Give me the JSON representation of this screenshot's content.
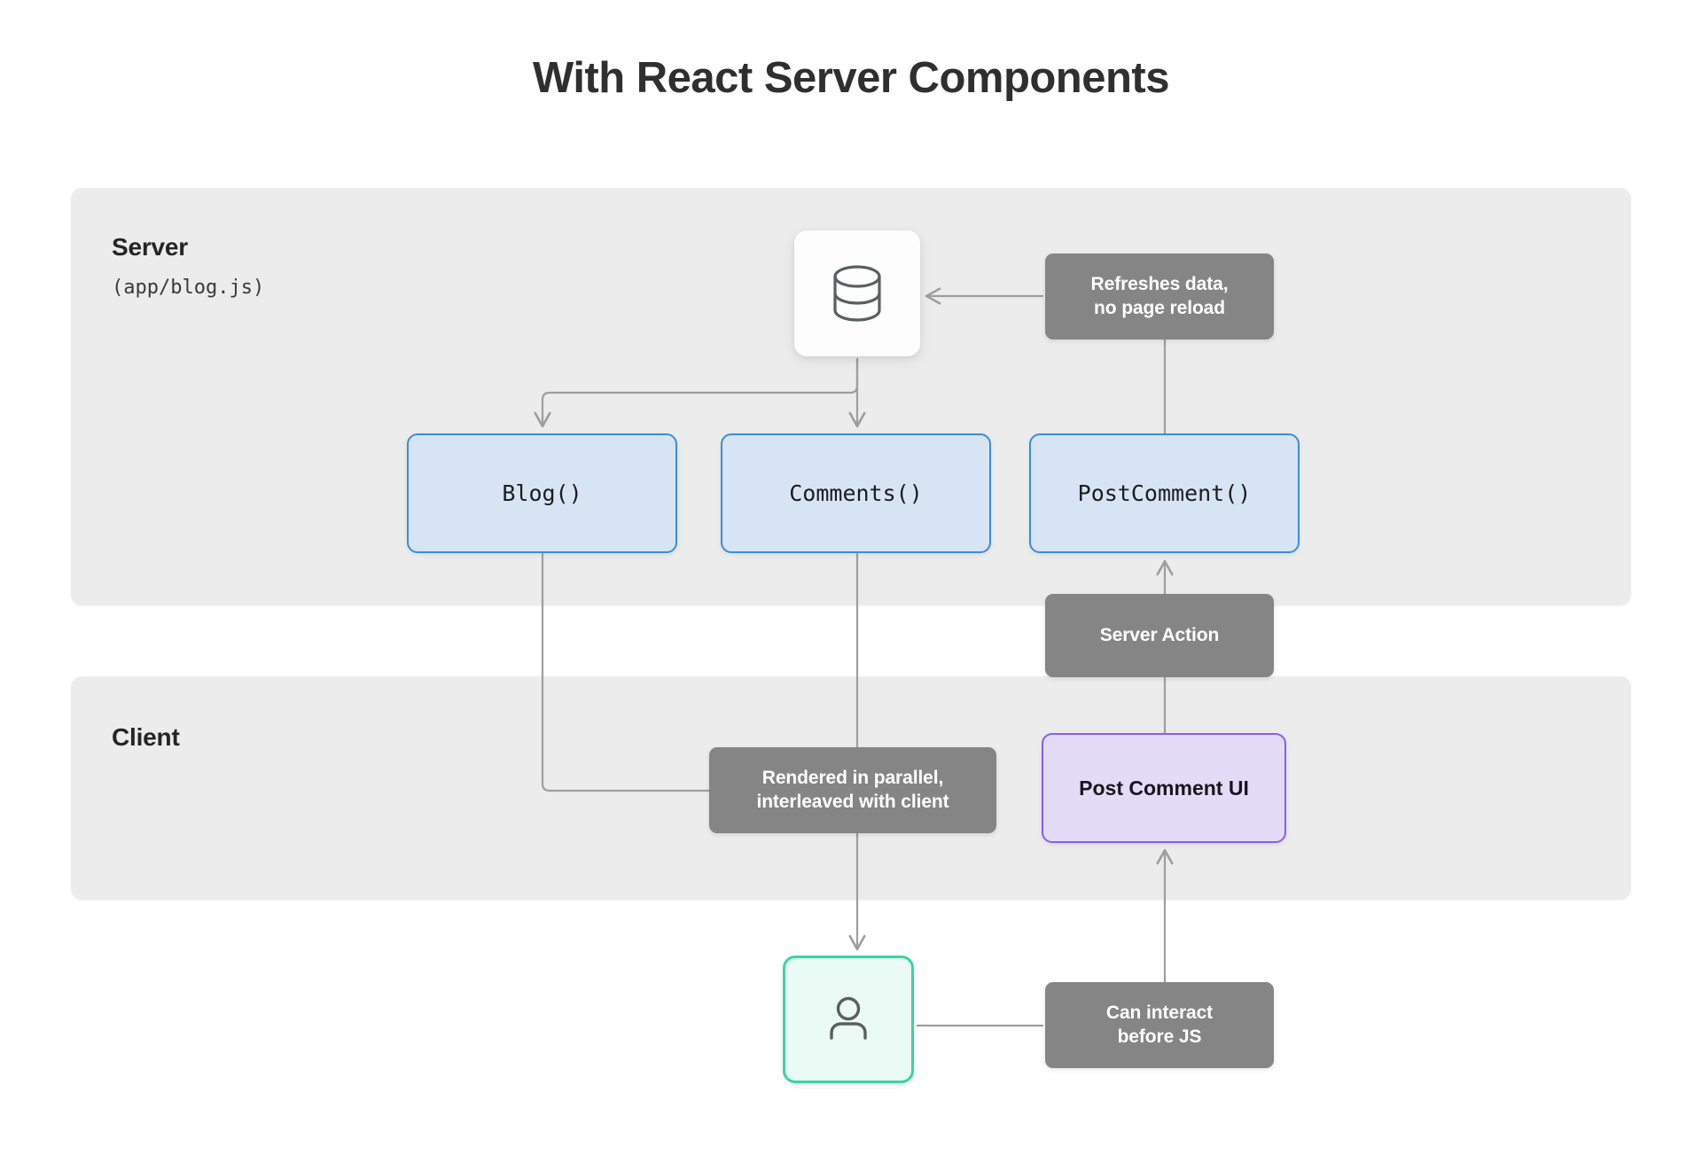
{
  "title": "With React Server Components",
  "colors": {
    "page_background": "#ffffff",
    "panel_background": "#ececec",
    "title_text": "#2f2f2f",
    "server_component_fill": "#d7e4f4",
    "server_component_border": "#3b8ddd",
    "client_component_fill": "#e4dbf7",
    "client_component_border": "#8b5cf6",
    "user_card_fill": "#eafaf4",
    "user_card_border": "#36d6a2",
    "annotation_fill": "#858585",
    "annotation_text": "#ffffff",
    "connector_line": "#9e9e9e",
    "icon_stroke": "#5a5f60"
  },
  "panels": {
    "server": {
      "label": "Server",
      "sublabel": "(app/blog.js)"
    },
    "client": {
      "label": "Client",
      "sublabel": ""
    }
  },
  "nodes": {
    "database": {
      "icon": "database-icon",
      "label": ""
    },
    "user": {
      "icon": "user-icon",
      "label": ""
    },
    "blog": {
      "label": "Blog()"
    },
    "comments": {
      "label": "Comments()"
    },
    "post_comment": {
      "label": "PostComment()"
    },
    "post_comment_ui": {
      "label": "Post Comment UI"
    }
  },
  "annotations": {
    "refreshes_data": {
      "line1": "Refreshes data,",
      "line2": "no page reload"
    },
    "server_action": {
      "line1": "Server Action",
      "line2": ""
    },
    "rendered_parallel": {
      "line1": "Rendered in parallel,",
      "line2": "interleaved with client"
    },
    "can_interact": {
      "line1": "Can interact",
      "line2": "before JS"
    }
  }
}
